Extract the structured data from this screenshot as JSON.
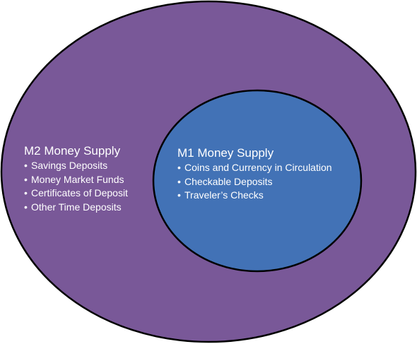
{
  "colors": {
    "m2_fill": "#795898",
    "m1_fill": "#4272b6",
    "outline": "#000000",
    "text": "#ffffff"
  },
  "m2": {
    "title": "M2 Money Supply",
    "items": [
      "Savings Deposits",
      "Money Market Funds",
      "Certificates of Deposit",
      "Other Time Deposits"
    ]
  },
  "m1": {
    "title": "M1 Money Supply",
    "items": [
      "Coins and Currency in Circulation",
      "Checkable Deposits",
      "Traveler’s Checks"
    ]
  }
}
